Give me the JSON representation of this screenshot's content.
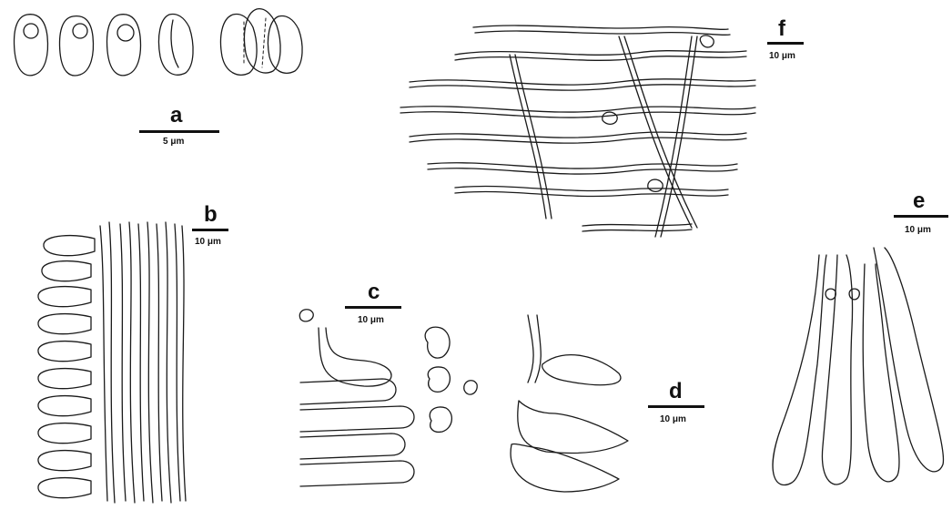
{
  "panels": [
    {
      "id": "a",
      "label": "a",
      "scale": "5 μm"
    },
    {
      "id": "b",
      "label": "b",
      "scale": "10 μm"
    },
    {
      "id": "c",
      "label": "c",
      "scale": "10 μm"
    },
    {
      "id": "d",
      "label": "d",
      "scale": "10 μm"
    },
    {
      "id": "e",
      "label": "e",
      "scale": "10 μm"
    },
    {
      "id": "f",
      "label": "f",
      "scale": "10 μm"
    }
  ]
}
